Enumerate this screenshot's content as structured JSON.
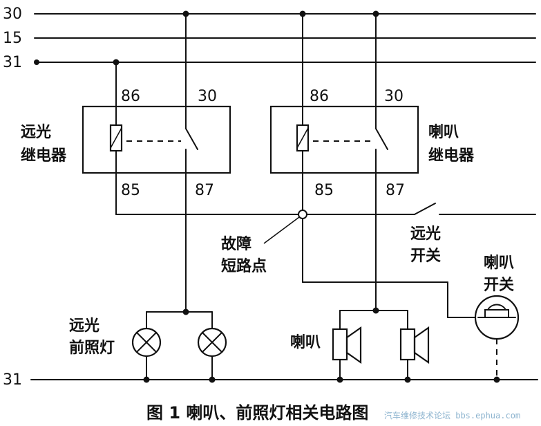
{
  "bus_labels": {
    "b30": "30",
    "b15": "15",
    "b31": "31",
    "ground": "31"
  },
  "relay_high_beam": {
    "label_1": "远光",
    "label_2": "继电器",
    "pin86": "86",
    "pin30": "30",
    "pin85": "85",
    "pin87": "87"
  },
  "relay_horn": {
    "label_1": "喇叭",
    "label_2": "继电器",
    "pin86": "86",
    "pin30": "30",
    "pin85": "85",
    "pin87": "87"
  },
  "high_beam_switch": {
    "label_1": "远光",
    "label_2": "开关"
  },
  "horn_switch": {
    "label_1": "喇叭",
    "label_2": "开关"
  },
  "fault_point": {
    "label_1": "故障",
    "label_2": "短路点"
  },
  "headlamps": {
    "label_1": "远光",
    "label_2": "前照灯"
  },
  "horns": {
    "label": "喇叭"
  },
  "caption": "图 1  喇叭、前照灯相关电路图",
  "watermark": "汽车维修技术论坛 bbs.ephua.com"
}
